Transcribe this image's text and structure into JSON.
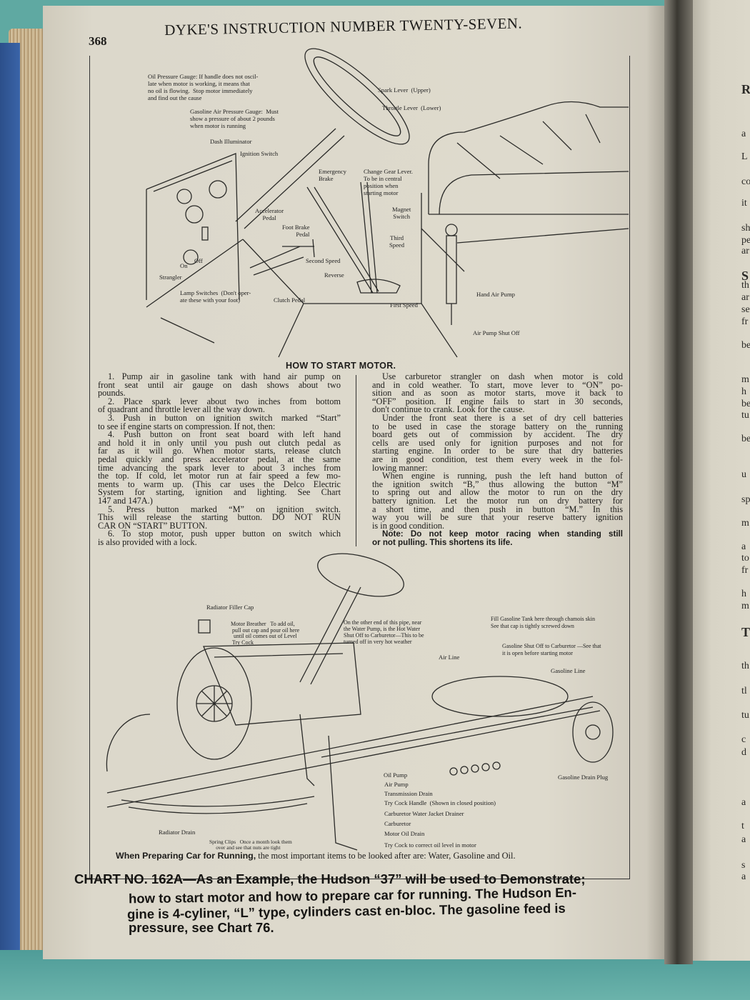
{
  "header": {
    "page_number": "368",
    "running_title": "DYKE'S INSTRUCTION NUMBER TWENTY-SEVEN."
  },
  "top_diagram": {
    "labels": [
      "Oil Pressure Gauge: If handle does not oscil-\nlate when motor is working, it means that\nno oil is flowing.  Stop motor immediately\nand find out the cause",
      "Gasoline Air Pressure Gauge:  Must\nshow a pressure of about 2 pounds\nwhen motor is running",
      "Dash Illuminator",
      "Ignition Switch",
      "Spark Lever  (Upper)",
      "Throttle Lever  (Lower)",
      "Emergency\nBrake",
      "Change Gear Lever.\nTo be in central\nposition when\nstarting motor",
      "Accelerator\nPedal",
      "Foot Brake\nPedal",
      "Magnet\nSwitch",
      "Third\nSpeed",
      "Second Speed",
      "Reverse",
      "On",
      "Off",
      "Strangler",
      "Lamp Switches  (Don't oper-\nate these with your foot)",
      "Clutch Pedal",
      "First Speed",
      "Hand Air Pump",
      "Air Pump Shut Off"
    ]
  },
  "instructions": {
    "heading": "HOW TO START MOTOR.",
    "left_column": [
      [
        "1.  Pump air in gasoline tank with hand air pump on",
        "front seat until air gauge on dash shows about two",
        "pounds."
      ],
      [
        "2.  Place spark lever about two inches from bottom",
        "of quadrant and throttle lever all the way down."
      ],
      [
        "3.  Push in button on ignition switch marked “Start”",
        "to see if engine starts on compression.  If not, then:"
      ],
      [
        "4.  Push button on front seat board with left hand",
        "and hold it in only until you push out clutch pedal as",
        "far as it will go.  When motor starts, release clutch",
        "pedal quickly and press accelerator pedal, at the same",
        "time advancing the spark lever to about 3 inches from",
        "the top.  If cold, let motor run at fair speed a few mo-",
        "ments to warm up.  (This car uses the Delco Electric",
        "System for starting, ignition and lighting.  See Chart",
        "147 and 147A.)"
      ],
      [
        "5.  Press button marked “M” on ignition switch.",
        "This will release the starting button.  DO NOT RUN",
        "CAR ON “START” BUTTON."
      ],
      [
        "6.  To stop motor, push upper button on switch which",
        "is also provided with a lock."
      ]
    ],
    "right_column": [
      [
        "Use carburetor strangler on dash when motor is cold",
        "and in cold weather.  To start, move lever to “ON” po-",
        "sition and as soon as motor starts, move it back to",
        "“OFF” position.  If engine fails to start in 30 seconds,",
        "don't continue to crank.  Look for the cause."
      ],
      [
        "Under the front seat there is a set of dry cell batteries",
        "to be used in case the storage battery on the running",
        "board gets out of commission by accident.  The dry",
        "cells are used only for ignition purposes and not for",
        "starting engine.  In order to be sure that dry batteries",
        "are in good condition, test them every week in the fol-",
        "lowing manner:"
      ],
      [
        "When engine is running, push the left hand button of",
        "the ignition switch “B,” thus allowing the button “M”",
        "to spring out and allow the motor to run on the dry",
        "battery ignition.  Let the motor run on dry battery for",
        "a short time, and then push in button “M.”  In this",
        "way you will be sure that your reserve battery ignition",
        "is in good condition."
      ]
    ],
    "note": [
      "Note: Do not keep motor racing when standing still",
      "or not pulling.  This shortens its life."
    ]
  },
  "bottom_diagram": {
    "labels": [
      "Radiator Filler Cap",
      "Motor Breather   To add oil,\n pull out cap and pour oil here\n  until oil comes out of Level\n Try Cock",
      "On the other end of this pipe, near\nthe Water Pump, is the Hot Water\nShut Off to Carburetor—This to be\nturned off in very hot weather",
      "Fill Gasoline Tank here through chamois skin\nSee that cap is tightly screwed down",
      "Gasoline Shut Off to Carburetor —See that\nit is open before starting motor",
      "Air Line",
      "Gasoline Line",
      "Gasoline Drain Plug",
      "Oil Pump",
      "Air Pump",
      "Transmission Drain",
      "Try Cock Handle  (Shown in closed position)",
      "Carburetor Water Jacket Drainer",
      "Carburetor",
      "Motor Oil Drain",
      "Try Cock to correct oil level in motor",
      "Radiator Drain",
      "Spring Clips   Once a month look them\n     over and see that nuts are tight"
    ],
    "caption_bold": "When Preparing Car for Running,",
    "caption_rest": " the most important items to be looked after are: Water, Gasoline and Oil."
  },
  "chart_caption": [
    "CHART NO. 162A—As an Example, the Hudson “37” will be used to Demonstrate;",
    "how to start motor and how to prepare car for running.  The Hudson En-",
    "gine is 4-cyliner, “L” type, cylinders cast en-bloc.  The gasoline feed is",
    "pressure, see Chart 76."
  ],
  "facing_page_fragments": [
    "R",
    "a",
    "L",
    "co",
    "it",
    "sh",
    "pe",
    "ar",
    "S",
    "th",
    "ar",
    "se",
    "fr",
    "be",
    "m",
    "h",
    "be",
    "tu",
    "be",
    "u",
    "sp",
    "m",
    "a",
    "to",
    "fr",
    "h",
    "m",
    "T",
    "th",
    "tl",
    "tu",
    "c",
    "d",
    "a",
    "t",
    "a",
    "s",
    "a"
  ]
}
